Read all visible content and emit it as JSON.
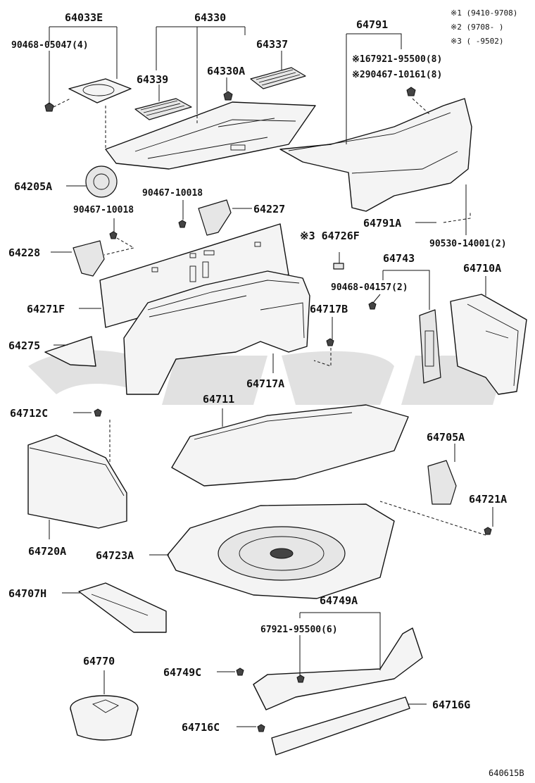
{
  "notes": [
    {
      "id": "n1",
      "text": "※1 (9410-9708)"
    },
    {
      "id": "n2",
      "text": "※2 (9708-     )"
    },
    {
      "id": "n3",
      "text": "※3 (      -9502)"
    }
  ],
  "labels": {
    "p64033E": "64033E",
    "p90468_05047": "90468-05047(4)",
    "p64330": "64330",
    "p64339": "64339",
    "p64330A": "64330A",
    "p64337": "64337",
    "p64791": "64791",
    "p67921_95500_8": "※167921-95500(8)",
    "p90467_10161": "※290467-10161(8)",
    "p64205A": "64205A",
    "p90467_10018a": "90467-10018",
    "p90467_10018b": "90467-10018",
    "p64227": "64227",
    "p64228": "64228",
    "p64791A": "64791A",
    "p90530_14001": "90530-14001(2)",
    "p64726F": "※3 64726F",
    "p64743": "64743",
    "p64710A": "64710A",
    "p90468_04157": "90468-04157(2)",
    "p64271F": "64271F",
    "p64717B": "64717B",
    "p64275": "64275",
    "p64717A": "64717A",
    "p64711": "64711",
    "p64712C": "64712C",
    "p64705A": "64705A",
    "p64721A": "64721A",
    "p64720A": "64720A",
    "p64723A": "64723A",
    "p64707H": "64707H",
    "p64749A": "64749A",
    "p67921_95500_6": "67921-95500(6)",
    "p64770": "64770",
    "p64749C": "64749C",
    "p64716G": "64716G",
    "p64716C": "64716C"
  },
  "diagram_code": "640615B"
}
